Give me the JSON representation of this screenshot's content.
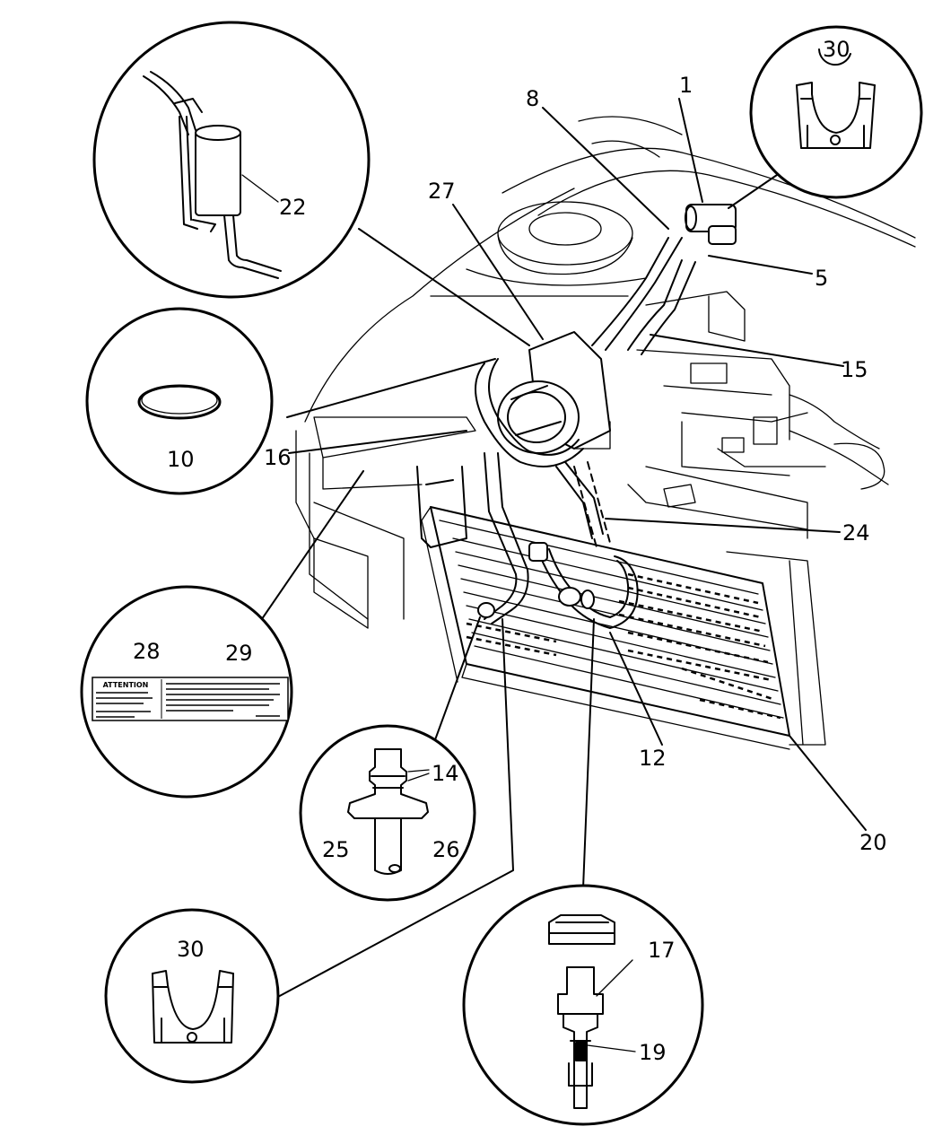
{
  "callouts": {
    "c1": "1",
    "c5": "5",
    "c8": "8",
    "c10": "10",
    "c12": "12",
    "c14": "14",
    "c15": "15",
    "c16": "16",
    "c17": "17",
    "c19": "19",
    "c20": "20",
    "c22": "22",
    "c24": "24",
    "c25": "25",
    "c26": "26",
    "c27": "27",
    "c28": "28",
    "c29": "29",
    "c30_top": "30",
    "c30_bottom": "30"
  },
  "label_sticker": {
    "heading": "ATTENTION"
  }
}
